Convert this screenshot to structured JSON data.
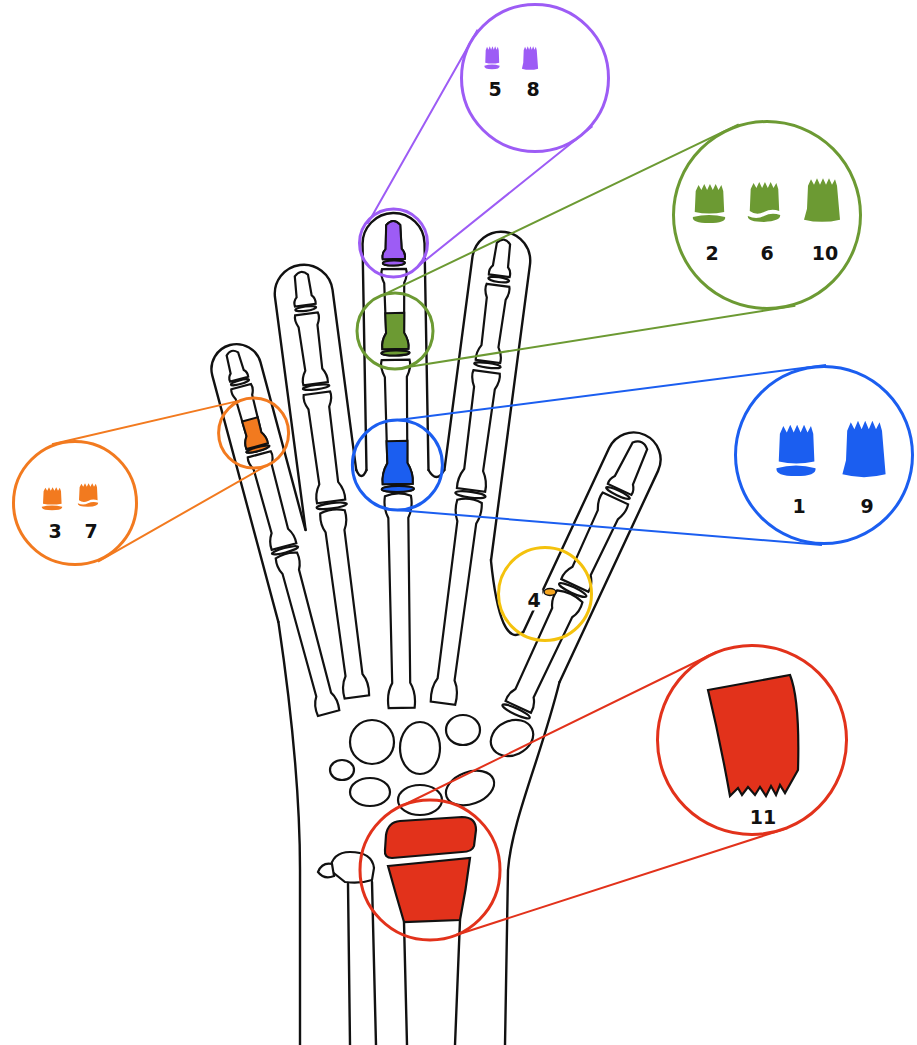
{
  "diagram": {
    "nodes": [
      {
        "text": [
          "5",
          "8"
        ]
      },
      {
        "text": [
          "2",
          "6",
          "10"
        ]
      },
      {
        "text": [
          "1",
          "9"
        ]
      },
      {
        "text": [
          "3",
          "7"
        ]
      },
      {
        "text": [
          "4"
        ]
      },
      {
        "text": [
          "11"
        ]
      }
    ]
  }
}
